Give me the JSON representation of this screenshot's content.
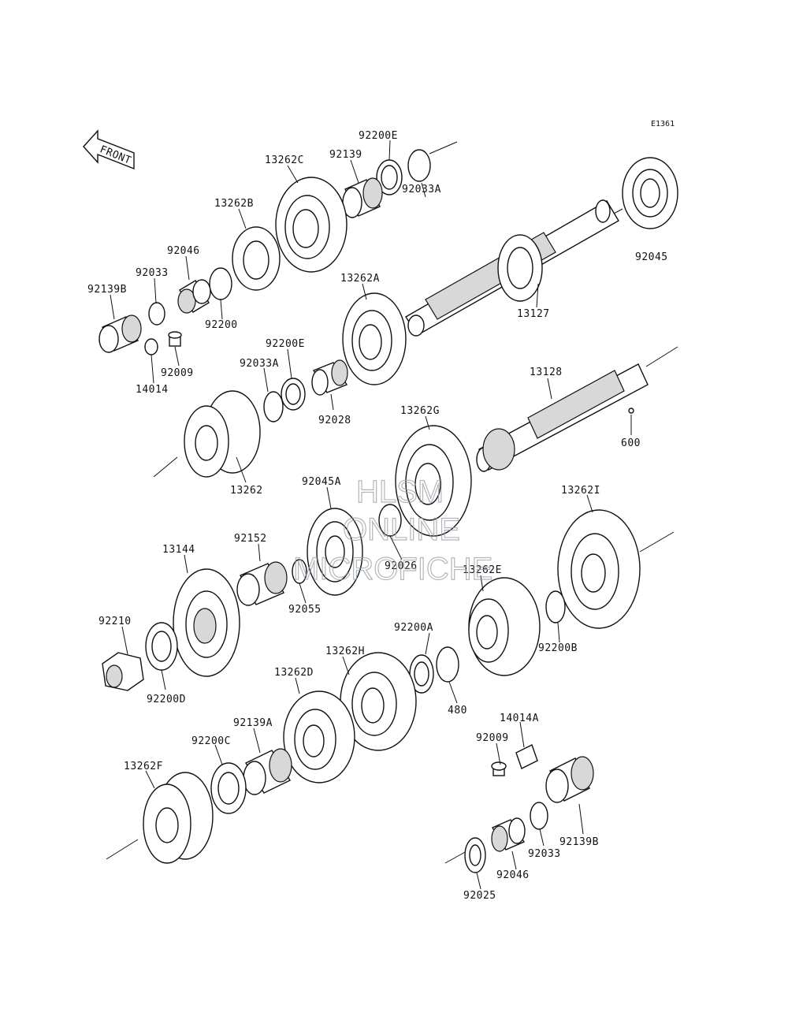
{
  "diagram_code": "E1361",
  "front_label": "FRONT",
  "watermark": {
    "line1": "HLSM",
    "line2": "ONLINE",
    "line3": "MICROFICHE"
  },
  "parts": {
    "p92200E_top": "92200E",
    "p92139_top": "92139",
    "p13262C": "13262C",
    "p92033A_top": "92033A",
    "p13262B": "13262B",
    "p92045": "92045",
    "p92046_top": "92046",
    "p92033_top": "92033",
    "p92139B_top": "92139B",
    "p92200_top": "92200",
    "p13262A": "13262A",
    "p13127": "13127",
    "p92009_top": "92009",
    "p14014": "14014",
    "p92200E_mid": "92200E",
    "p92033A_mid": "92033A",
    "p92028": "92028",
    "p13128": "13128",
    "p13262G": "13262G",
    "p600": "600",
    "p13262": "13262",
    "p92045A": "92045A",
    "p13262I": "13262I",
    "p92152": "92152",
    "p92026": "92026",
    "p13144": "13144",
    "p92055": "92055",
    "p13262E": "13262E",
    "p92210": "92210",
    "p92200B": "92200B",
    "p92200A": "92200A",
    "p13262H": "13262H",
    "p92200D": "92200D",
    "p13262D": "13262D",
    "p480": "480",
    "p14014A": "14014A",
    "p92139A": "92139A",
    "p92009_bot": "92009",
    "p92200C": "92200C",
    "p13262F": "13262F",
    "p92139B_bot": "92139B",
    "p92033_bot": "92033",
    "p92046_bot": "92046",
    "p92025": "92025"
  }
}
